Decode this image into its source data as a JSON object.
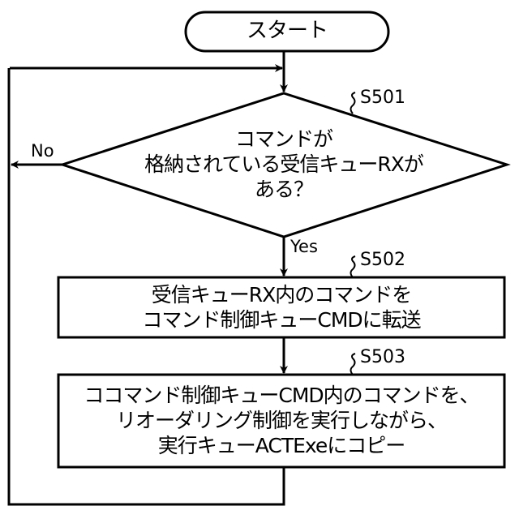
{
  "start": {
    "label": "スタート"
  },
  "decision": {
    "step": "S501",
    "lines": [
      "コマンドが",
      "格納されている受信キューRXが",
      "ある？"
    ],
    "no_label": "No",
    "yes_label": "Yes"
  },
  "process1": {
    "step": "S502",
    "lines": [
      "受信キューRX内のコマンドを",
      "コマンド制御キューCMDに転送"
    ]
  },
  "process2": {
    "step": "S503",
    "lines": [
      "ココマンド制御キューCMD内のコマンドを、",
      "リオーダリング制御を実行しながら、",
      "実行キューACTExeにコピー"
    ]
  },
  "colors": {
    "line": "#000000",
    "background": "#ffffff"
  }
}
